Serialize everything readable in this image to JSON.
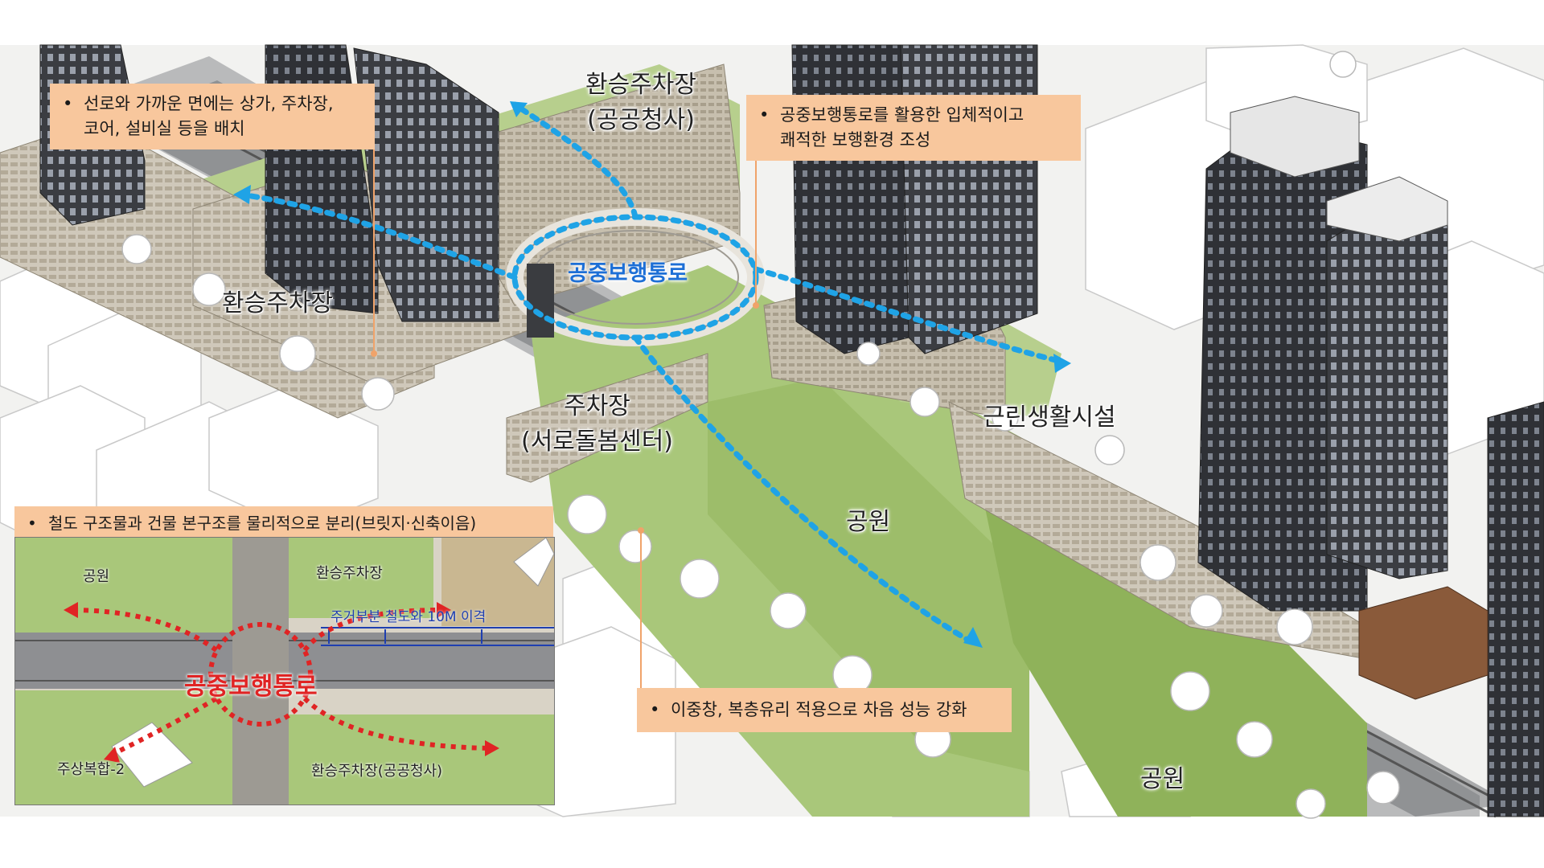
{
  "callouts": {
    "top_left": [
      "선로와 가까운 면에는 상가, 주차장,",
      "코어, 설비실 등을 배치"
    ],
    "top_right": [
      "공중보행통로를 활용한 입체적이고",
      "쾌적한 보행환경 조성"
    ],
    "middle_left": [
      "철도 구조물과 건물 본구조를 물리적으로 분리(브릿지·신축이음)"
    ],
    "bottom_right": [
      "이중창, 복층유리 적용으로 차음 성능 강화"
    ],
    "bullet": "•"
  },
  "map_labels": {
    "transfer_parking_public": [
      "환승주차장",
      "(공공청사)"
    ],
    "transfer_parking": "환승주차장",
    "parking_care_center": [
      "주차장",
      "(서로돌봄센터)"
    ],
    "neighborhood_facility": "근린생활시설",
    "park_center": "공원",
    "park_bottom": "공원",
    "skybridge": "공중보행통로"
  },
  "inset": {
    "park": "공원",
    "transfer_parking": "환승주차장",
    "separation_note": "주거부분 철도와 10M 이격",
    "skybridge": "공중보행통로",
    "mixed_use": "주상복합-2",
    "transfer_parking_public": "환승주차장(공공청사)"
  },
  "colors": {
    "callout_bg": "#f8c79d",
    "path_blue": "#1fa3e6",
    "path_red": "#e02424",
    "skybridge_text": "#1d6fd6",
    "lawn": "#a9c77a",
    "building_dark": "#3d3f44"
  }
}
